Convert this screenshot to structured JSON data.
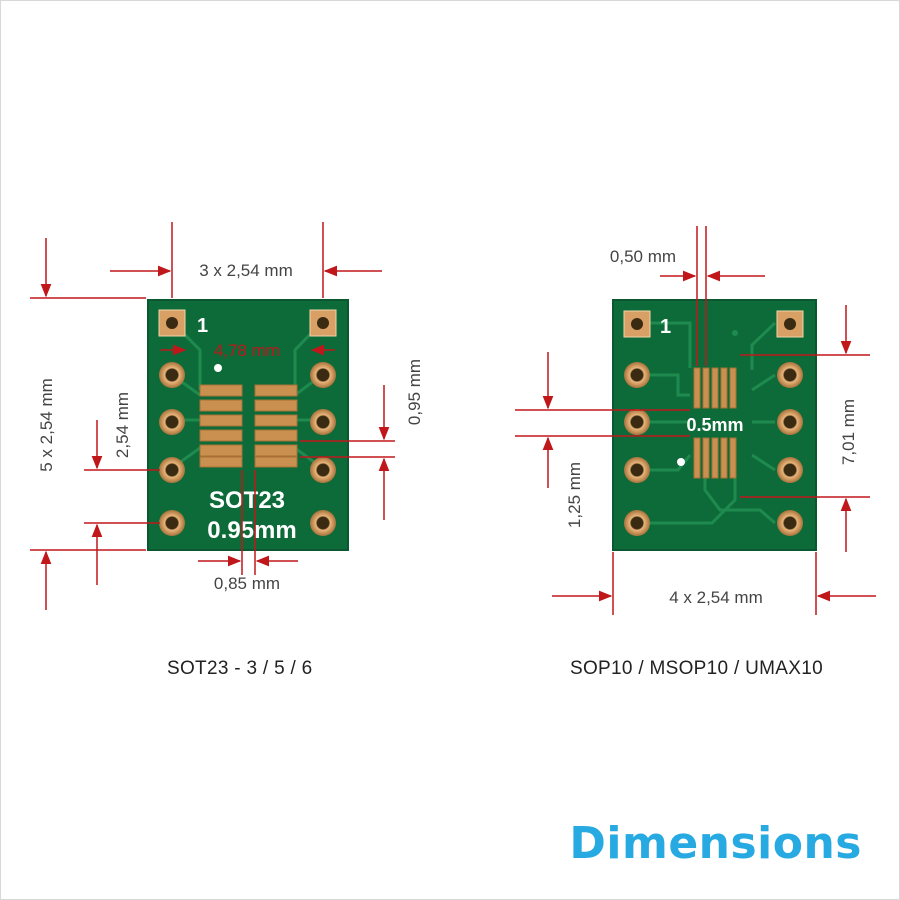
{
  "boards": [
    {
      "label": "SOT23 - 3 / 5 / 6",
      "pin1": "1",
      "silk_line1": "SOT23",
      "silk_line2": "0.95mm",
      "dims": {
        "top_pitch": "3 x 2,54 mm",
        "inner_width": "4,78 mm",
        "left_total": "5 x 2,54 mm",
        "left_pitch": "2,54 mm",
        "pad_pitch": "0,95 mm",
        "pad_width": "0,85 mm"
      }
    },
    {
      "label": "SOP10 / MSOP10 / UMAX10",
      "pin1": "1",
      "silk_line1": "0.5mm",
      "dims": {
        "pad_width": "0,50 mm",
        "pad_length": "1,25 mm",
        "inner_span": "7,01 mm",
        "bottom_pitch": "4 x 2,54 mm"
      }
    }
  ],
  "brand": "Dimensions",
  "colors": {
    "pcb": "#0d6b3a",
    "pad": "#d9a066",
    "dimension_line": "#c0171b",
    "brand": "#27aae1"
  }
}
